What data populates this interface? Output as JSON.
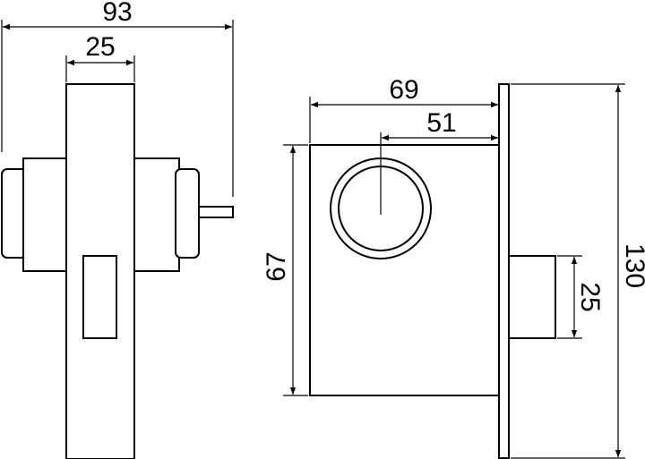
{
  "dimensions": {
    "side_overall_width": "93",
    "side_plate_width": "25",
    "front_case_depth": "69",
    "front_cylinder_offset": "51",
    "front_case_height": "67",
    "front_bolt_height": "25",
    "front_plate_height": "130"
  }
}
